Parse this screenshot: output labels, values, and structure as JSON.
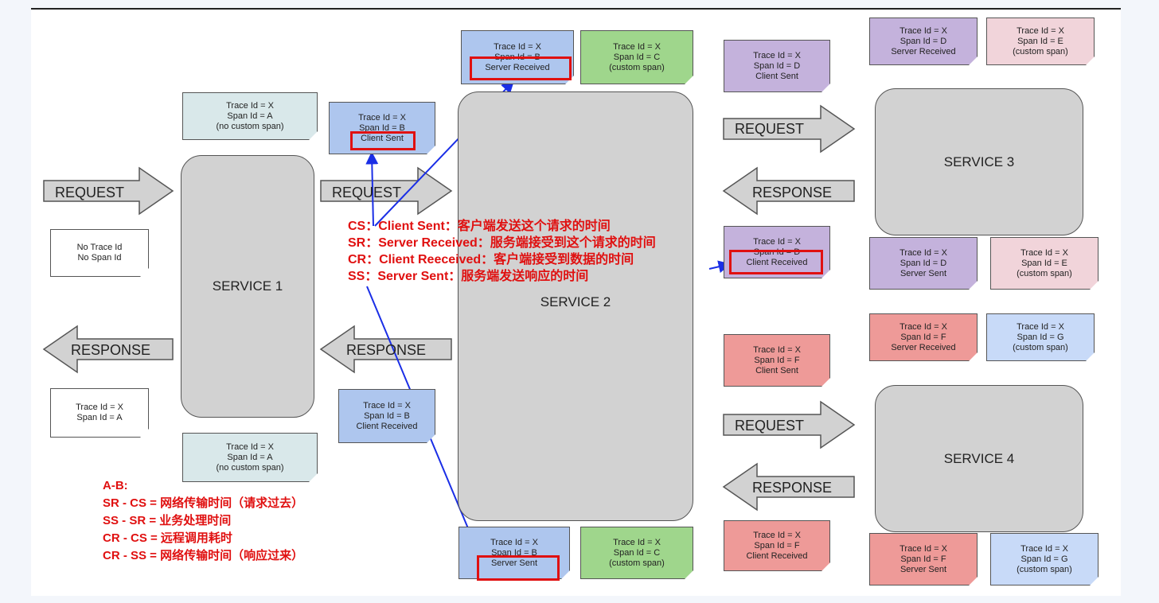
{
  "colors": {
    "teal_note": "#d9e8ea",
    "blue_note": "#aec6ee",
    "green_note": "#9fd68c",
    "purple_note": "#c4b2dc",
    "pink_note": "#f1d4da",
    "red_note": "#ee9a98",
    "light_blue_note": "#c8daf8",
    "white_note": "#ffffff",
    "service_fill": "#d2d2d2",
    "highlight": "#e01010",
    "link_arrow": "#1a2ee6"
  },
  "services": {
    "s1": "SERVICE 1",
    "s2": "SERVICE 2",
    "s3": "SERVICE 3",
    "s4": "SERVICE 4"
  },
  "arrows": {
    "request": "REQUEST",
    "response": "RESPONSE"
  },
  "notes": {
    "s1_in_top": [
      "Trace Id = X",
      "Span Id = A",
      "(no custom span)"
    ],
    "s1_in_bottom": [
      "No Trace Id",
      "No Span Id"
    ],
    "s1_out_bottom": [
      "Trace Id = X",
      "Span Id = A"
    ],
    "s1_out_bottom2": [
      "Trace Id = X",
      "Span Id = A",
      "(no custom span)"
    ],
    "b_client_sent": [
      "Trace Id = X",
      "Span Id = B",
      "Client Sent"
    ],
    "b_client_received": [
      "Trace Id = X",
      "Span Id = B",
      "Client Received"
    ],
    "b_server_received": [
      "Trace Id = X",
      "Span Id = B",
      "Server Received"
    ],
    "c_top": [
      "Trace Id = X",
      "Span Id = C",
      "(custom span)"
    ],
    "b_server_sent": [
      "Trace Id = X",
      "Span Id = B",
      "Server Sent"
    ],
    "c_bottom": [
      "Trace Id = X",
      "Span Id = C",
      "(custom span)"
    ],
    "d_client_sent": [
      "Trace Id = X",
      "Span Id = D",
      "Client Sent"
    ],
    "d_server_received": [
      "Trace Id = X",
      "Span Id = D",
      "Server Received"
    ],
    "e_top": [
      "Trace Id = X",
      "Span Id = E",
      "(custom span)"
    ],
    "d_client_received": [
      "Trace Id = X",
      "Span Id = D",
      "Client Received"
    ],
    "d_server_sent": [
      "Trace Id = X",
      "Span Id = D",
      "Server Sent"
    ],
    "e_bottom": [
      "Trace Id = X",
      "Span Id = E",
      "(custom span)"
    ],
    "f_client_sent": [
      "Trace Id = X",
      "Span Id = F",
      "Client Sent"
    ],
    "f_server_received": [
      "Trace Id = X",
      "Span Id = F",
      "Server Received"
    ],
    "g_top": [
      "Trace Id = X",
      "Span Id = G",
      "(custom span)"
    ],
    "f_client_received": [
      "Trace Id = X",
      "Span Id = F",
      "Client Received"
    ],
    "f_server_sent": [
      "Trace Id = X",
      "Span Id = F",
      "Server Sent"
    ],
    "g_bottom": [
      "Trace Id = X",
      "Span Id = G",
      "(custom span)"
    ]
  },
  "legend": [
    "CS：Client Sent：客户端发送这个请求的时间",
    "SR：Server Received：服务端接受到这个请求的时间",
    "CR：Client Reeceived：客户端接受到数据的时间",
    "SS：Server Sent：服务端发送响应的时间"
  ],
  "ab_legend": [
    "A-B:",
    "SR - CS = 网络传输时间（请求过去）",
    "SS - SR = 业务处理时间",
    "CR - CS = 远程调用耗时",
    "CR - SS = 网络传输时间（响应过来）"
  ]
}
